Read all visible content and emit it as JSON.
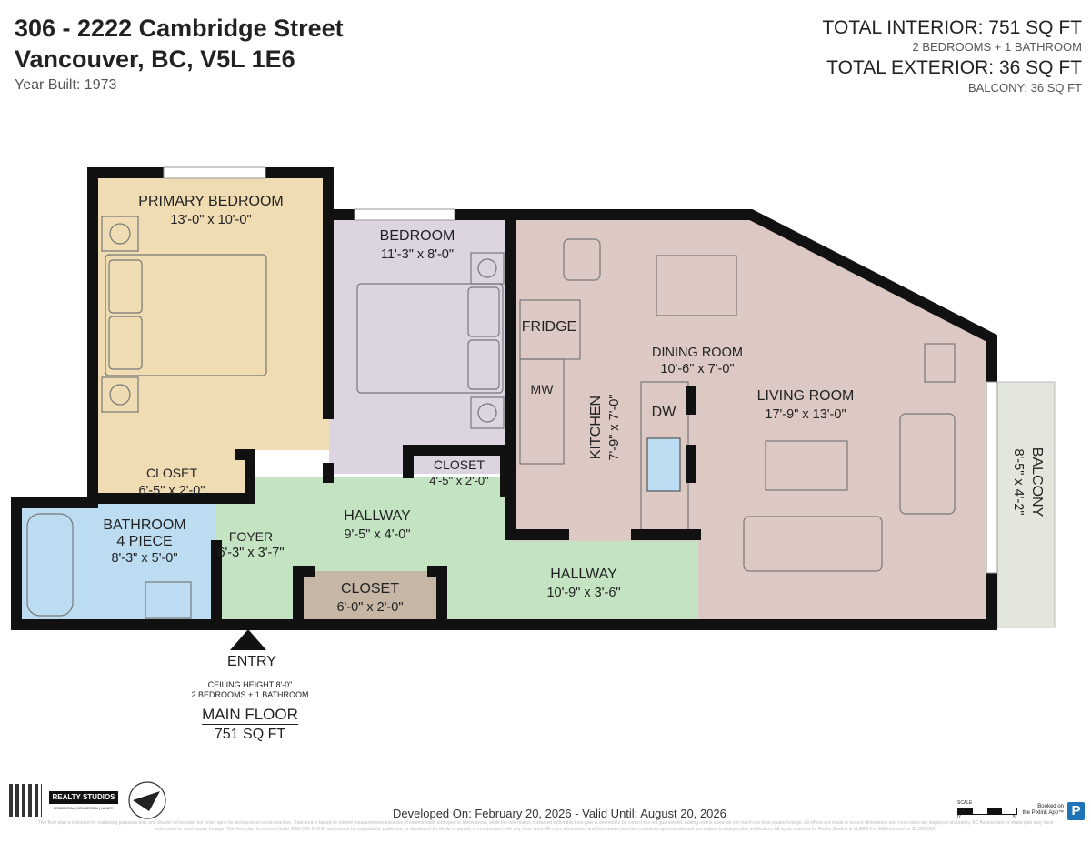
{
  "header": {
    "address_line1": "306 - 2222 Cambridge Street",
    "address_line2": "Vancouver, BC, V5L 1E6",
    "year_built": "Year Built: 1973",
    "total_interior": "TOTAL INTERIOR: 751 SQ FT",
    "interior_detail": "2 BEDROOMS + 1 BATHROOM",
    "total_exterior": "TOTAL EXTERIOR: 36 SQ FT",
    "exterior_detail": "BALCONY: 36 SQ FT"
  },
  "rooms": {
    "primary_bedroom": {
      "name": "PRIMARY BEDROOM",
      "dims": "13'-0\" x 10'-0\""
    },
    "bedroom": {
      "name": "BEDROOM",
      "dims": "11'-3\" x 8'-0\""
    },
    "primary_closet": {
      "name": "CLOSET",
      "dims": "6'-5\" x 2'-0\""
    },
    "bedroom_closet": {
      "name": "CLOSET",
      "dims": "4'-5\" x 2'-0\""
    },
    "bathroom": {
      "name": "BATHROOM",
      "name2": "4 PIECE",
      "dims": "8'-3\" x 5'-0\""
    },
    "foyer": {
      "name": "FOYER",
      "dims": "6'-3\" x 3'-7\""
    },
    "hallway1": {
      "name": "HALLWAY",
      "dims": "9'-5\" x 4'-0\""
    },
    "hall_closet": {
      "name": "CLOSET",
      "dims": "6'-0\" x 2'-0\""
    },
    "hallway2": {
      "name": "HALLWAY",
      "dims": "10'-9\" x 3'-6\""
    },
    "kitchen": {
      "name": "KITCHEN",
      "dims": "7'-9\" x 7'-0\""
    },
    "dining": {
      "name": "DINING ROOM",
      "dims": "10'-6\" x 7'-0\""
    },
    "living": {
      "name": "LIVING ROOM",
      "dims": "17'-9\" x 13'-0\""
    },
    "balcony": {
      "name": "BALCONY",
      "dims": "8'-5\" x 4'-2\""
    }
  },
  "appliances": {
    "fridge": "FRIDGE",
    "mw": "MW",
    "dw": "DW"
  },
  "entry": "ENTRY",
  "floor_info": {
    "ceiling": "CEILING HEIGHT 8'-0\"",
    "beds_baths": "2 BEDROOMS + 1 BATHROOM",
    "floor_name": "MAIN FLOOR",
    "area": "751 SQ FT"
  },
  "footer": {
    "developed": "Developed On: February 20, 2026 - Valid Until: August 20, 2026",
    "brand": "REALTY STUDIOS",
    "brand_tagline": "RESIDENTIAL | COMMERCIAL | LUXURY",
    "scale_label": "SCALE",
    "scale_start": "0'",
    "scale_end": "5'",
    "booked_on": "Booked on",
    "booked_app": "the Pixlink App™",
    "disclaimer1": "This floor plan is intended for marketing purposes only and should not be used nor relied upon for architectural or construction. Total area is based on interior measurements inclusive of exterior walls and open to below areas, while the information contained within this floor plan is deemed to be correct it is not guaranteed. Adding rooms sizes will not match the total square footage. All efforts are made to ensure dimensions and room sizes are displayed accurately. BC Assessment or strata plan may have",
    "disclaimer2": "been used for total square footage. This floor plan is covered under E&O (3% M.O.E) and cannot be reproduced, published, or distributed (in whole or partial) or incorporated with any other work. All room dimensions and floor areas must be considered approximate and are subject to independent verification. All rights reserved for Realty Studios & VLGRS Inc. E&O insured for $1,000,000."
  },
  "colors": {
    "wall": "#111111",
    "primary_bedroom": "#efdcb2",
    "bedroom": "#ddd4e2",
    "bathroom": "#bcdcf2",
    "hallway": "#c3e3c2",
    "closet_hall": "#c6b6a5",
    "living": "#dcc9c4",
    "balcony": "#e3e6dc"
  }
}
